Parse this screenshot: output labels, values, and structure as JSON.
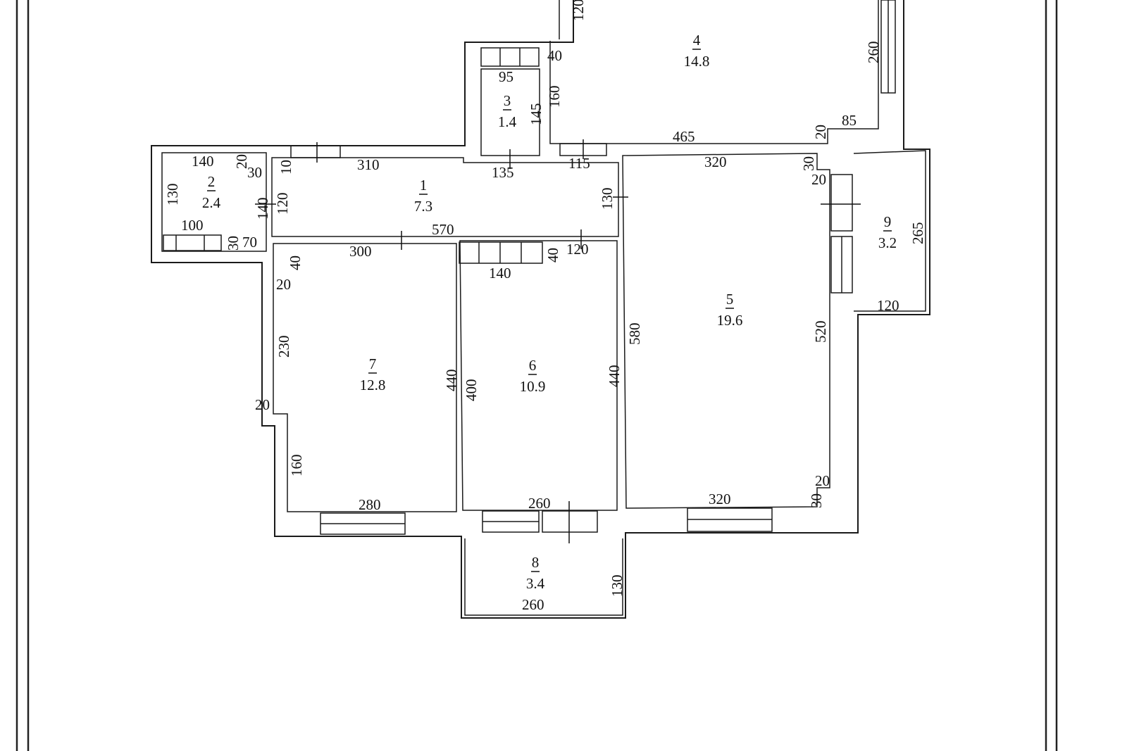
{
  "rooms": [
    {
      "id": "1",
      "area": "7.3"
    },
    {
      "id": "2",
      "area": "2.4"
    },
    {
      "id": "3",
      "area": "1.4"
    },
    {
      "id": "4",
      "area": "14.8"
    },
    {
      "id": "5",
      "area": "19.6"
    },
    {
      "id": "6",
      "area": "10.9"
    },
    {
      "id": "7",
      "area": "12.8"
    },
    {
      "id": "8",
      "area": "3.4"
    },
    {
      "id": "9",
      "area": "3.2"
    }
  ],
  "dims": {
    "d120_top": "120",
    "d40_a": "40",
    "d95": "95",
    "d145": "145",
    "d160_a": "160",
    "d260_a": "260",
    "d85": "85",
    "d20_a": "20",
    "d465": "465",
    "d140_a": "140",
    "d20_b": "20",
    "d30_a": "30",
    "d10": "10",
    "d310": "310",
    "d135": "135",
    "d115": "115",
    "d320_a": "320",
    "d30_b": "30",
    "d20_c": "20",
    "d130_a": "130",
    "d140_b": "140",
    "d120_a": "120",
    "d130_b": "130",
    "d100": "100",
    "d30_c": "30",
    "d70": "70",
    "d570": "570",
    "d300": "300",
    "d120_b": "120",
    "d40_b": "40",
    "d140_c": "140",
    "d40_c": "40",
    "d20_d": "20",
    "d265": "265",
    "d120_c": "120",
    "d230": "230",
    "d20_e": "20",
    "d160_b": "160",
    "d440_a": "440",
    "d400": "400",
    "d440_b": "440",
    "d580": "580",
    "d520": "520",
    "d280": "280",
    "d260_b": "260",
    "d320_b": "320",
    "d20_f": "20",
    "d30_d": "30",
    "d130_c": "130",
    "d260_c": "260"
  }
}
